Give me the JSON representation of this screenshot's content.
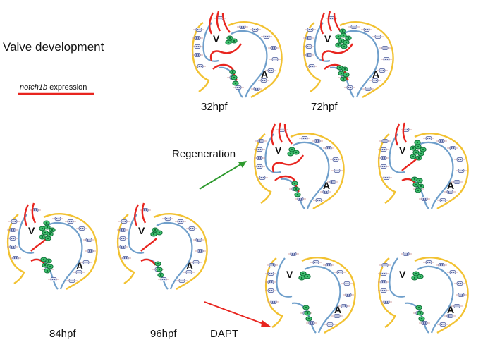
{
  "title": "Valve development",
  "legend": {
    "gene": "notch1b",
    "suffix": " expression",
    "line_color": "#e8251f"
  },
  "colors": {
    "endocardium": "#e8251f",
    "myocardium": "#f2c232",
    "inner_wall": "#6f9fcb",
    "valve_cells": "#1f9c55",
    "cell_nuclei": "#4a5a9a",
    "regeneration_arrow": "#2e9a2e",
    "dapt_arrow": "#e8251f"
  },
  "heart_labels": {
    "ventricle": "V",
    "atrium": "A"
  },
  "stages": [
    {
      "id": "32hpf",
      "label": "32hpf",
      "notch": "full",
      "valve": "small"
    },
    {
      "id": "72hpf",
      "label": "72hpf",
      "notch": "full",
      "valve": "large"
    },
    {
      "id": "84hpf",
      "label": "84hpf",
      "notch": "reduced",
      "valve": "large"
    },
    {
      "id": "96hpf",
      "label": "96hpf",
      "notch": "reduced",
      "valve": "small"
    },
    {
      "id": "regen-early",
      "label": "",
      "notch": "full",
      "valve": "small"
    },
    {
      "id": "regen-late",
      "label": "",
      "notch": "reduced",
      "valve": "large"
    },
    {
      "id": "dapt-early",
      "label": "",
      "notch": "none",
      "valve": "small"
    },
    {
      "id": "dapt-late",
      "label": "",
      "notch": "none",
      "valve": "small"
    }
  ],
  "arrows": {
    "regeneration": "Regeneration",
    "dapt": "DAPT"
  }
}
